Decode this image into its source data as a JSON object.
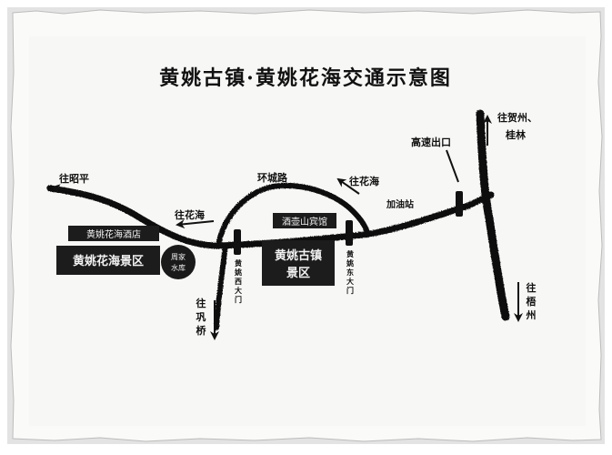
{
  "title": "黄姚古镇·黄姚花海交通示意图",
  "roads": {
    "ring_road": "环城路"
  },
  "directions": {
    "to_zhaoping": "往昭平",
    "to_huahai_left": "往花海",
    "to_huahai_right": "往花海",
    "to_hezhou_guilin": [
      "往贺州、",
      "桂林"
    ],
    "to_wuzhou": [
      "往",
      "梧",
      "州"
    ],
    "to_gongqiao": [
      "往",
      "巩",
      "桥"
    ]
  },
  "landmarks": {
    "expressway_exit": "高速出口",
    "gas_station": "加油站",
    "hotel_jiutaishan": "酒壶山宾馆",
    "hotel_huahai": "黄姚花海酒店",
    "scenic_huahai": "黄姚花海景区",
    "scenic_ancient_town": [
      "黄姚古镇",
      "景区"
    ],
    "reservoir": [
      "周家",
      "水库"
    ],
    "west_gate": [
      "黄",
      "姚",
      "西",
      "大",
      "门"
    ],
    "east_gate": [
      "黄",
      "姚",
      "东",
      "大",
      "门"
    ]
  },
  "colors": {
    "ink": "#111111",
    "label_box": "#1c1c1c",
    "label_text": "#f2f2f2",
    "paper": "#f7f7f5",
    "frame": "#cfcfcf"
  }
}
